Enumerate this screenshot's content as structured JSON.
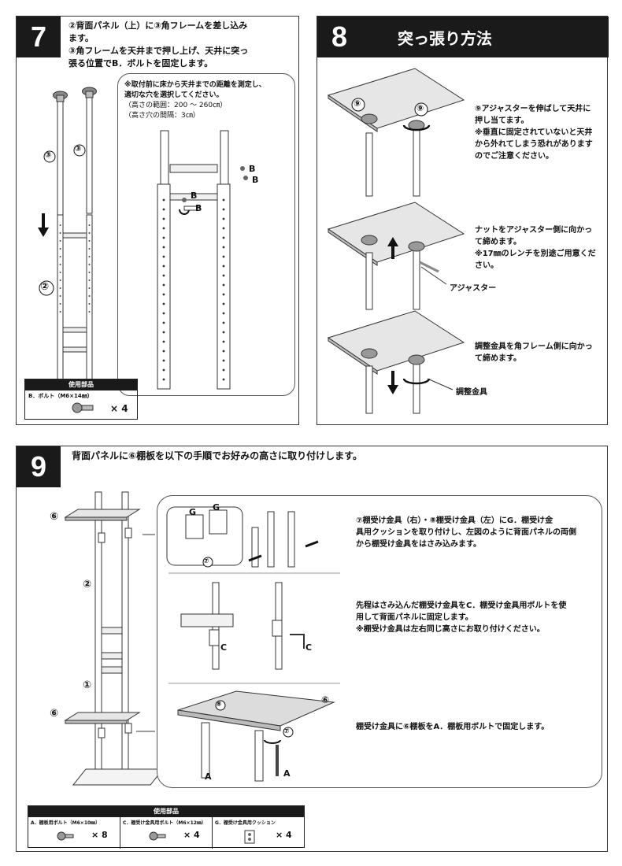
{
  "step7": {
    "number": "7",
    "text_lines": [
      "②背面パネル（上）に③角フレームを差し込み",
      "ます。",
      "③角フレームを天井まで押し上げ、天井に突っ",
      "張る位置でB．ボルトを固定します。"
    ],
    "note_lines": [
      "※取付前に床から天井までの距離を測定し、",
      "適切な穴を選択してください。",
      "（高さの範囲：200 〜 260㎝）",
      "（高さ穴の間隔：3㎝）"
    ],
    "labels": {
      "frame": "③",
      "panel": "②",
      "bolt": "B"
    },
    "parts_title": "使用部品",
    "parts": [
      {
        "name": "B．ボルト（M6×14㎜）",
        "qty": "× 4"
      }
    ]
  },
  "step8": {
    "number": "8",
    "title": "突っ張り方法",
    "labels": {
      "adjuster_num": "⑨",
      "adjuster": "アジャスター",
      "metal": "調整金具"
    },
    "instructions": [
      {
        "lines": [
          "⑨アジャスターを伸ばして天井に",
          "押し当てます。",
          "※垂直に固定されていないと天井",
          "から外れてしまう恐れがあります",
          "のでご注意ください。"
        ]
      },
      {
        "lines": [
          "ナットをアジャスター側に向かっ",
          "て締めます。",
          "※17㎜のレンチを別途ご用意くだ",
          "さい。"
        ]
      },
      {
        "lines": [
          "調整金具を角フレーム側に向かっ",
          "て締めます。"
        ]
      }
    ]
  },
  "step9": {
    "number": "9",
    "text": "背面パネルに⑥棚板を以下の手順でお好みの高さに取り付けします。",
    "labels": {
      "shelf": "⑥",
      "panel_top": "②",
      "panel_bottom": "①",
      "b7": "⑦",
      "b8": "⑧",
      "g": "G",
      "c": "C",
      "a": "A"
    },
    "instructions": [
      {
        "lines": [
          "⑦棚受け金具（右）・⑧棚受け金具（左）にG．棚受け金",
          "具用クッションを取り付けし、左図のように背面パネルの両側",
          "から棚受け金具をはさみ込みます。"
        ]
      },
      {
        "lines": [
          "先程はさみ込んだ棚受け金具をC．棚受け金具用ボルトを使",
          "用して背面パネルに固定します。",
          "※棚受け金具は左右同じ高さにお取り付けください。"
        ]
      },
      {
        "lines": [
          "棚受け金具に⑥棚板をA．棚板用ボルトで固定します。"
        ]
      }
    ],
    "parts_title": "使用部品",
    "parts": [
      {
        "name": "A．棚板用ボルト（M6×10㎜）",
        "qty": "× 8"
      },
      {
        "name": "C．棚受け金具用ボルト（M6×12㎜）",
        "qty": "× 4"
      },
      {
        "name": "G．棚受け金具用クッション",
        "qty": "× 4"
      }
    ]
  }
}
